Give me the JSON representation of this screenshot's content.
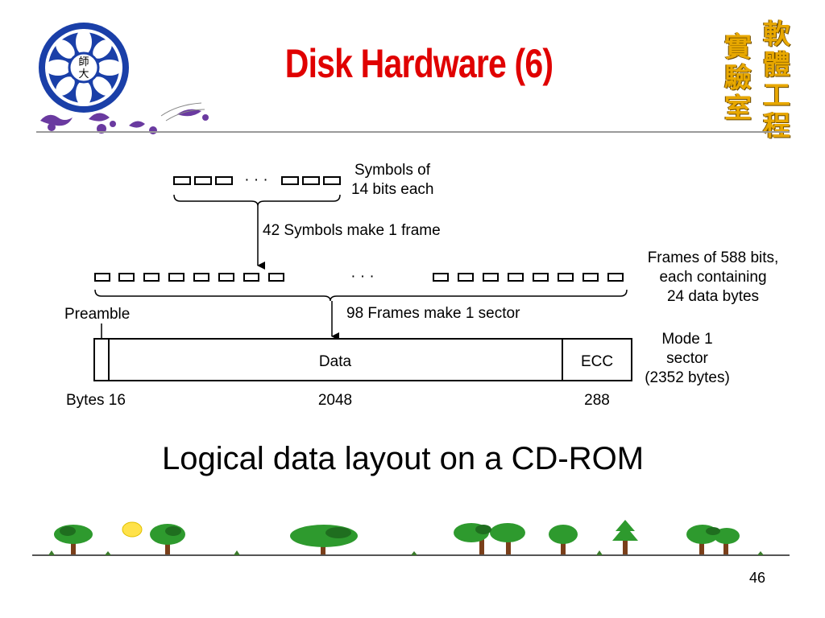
{
  "slide": {
    "title": "Disk Hardware (6)",
    "caption": "Logical data layout on a CD-ROM",
    "page_number": "46",
    "logo_text_top": "師",
    "logo_text_bottom": "大",
    "corner_chars_left": "實驗室",
    "corner_chars_right": "軟體工程"
  },
  "diagram": {
    "symbols_dots": "· · ·",
    "symbols_label_line1": "Symbols of",
    "symbols_label_line2": "14 bits each",
    "symbols_arrow_label": "42 Symbols make 1 frame",
    "frames_dots": "· · ·",
    "frames_label_line1": "Frames of 588 bits,",
    "frames_label_line2": "each containing",
    "frames_label_line3": "24 data bytes",
    "preamble_label": "Preamble",
    "frames_arrow_label": "98 Frames make 1 sector",
    "data_label": "Data",
    "ecc_label": "ECC",
    "sector_label_line1": "Mode 1",
    "sector_label_line2": "sector",
    "sector_label_line3": "(2352 bytes)",
    "bytes_label": "Bytes 16",
    "data_bytes": "2048",
    "ecc_bytes": "288"
  },
  "colors": {
    "title": "#e00000",
    "logo_blue": "#1a3fa8",
    "corner_gold": "#e8a800",
    "tree_green": "#2e9a2e",
    "trunk_brown": "#7a3f1a",
    "sun_yellow": "#ffe24a",
    "decor_purple": "#6a3aa0"
  }
}
